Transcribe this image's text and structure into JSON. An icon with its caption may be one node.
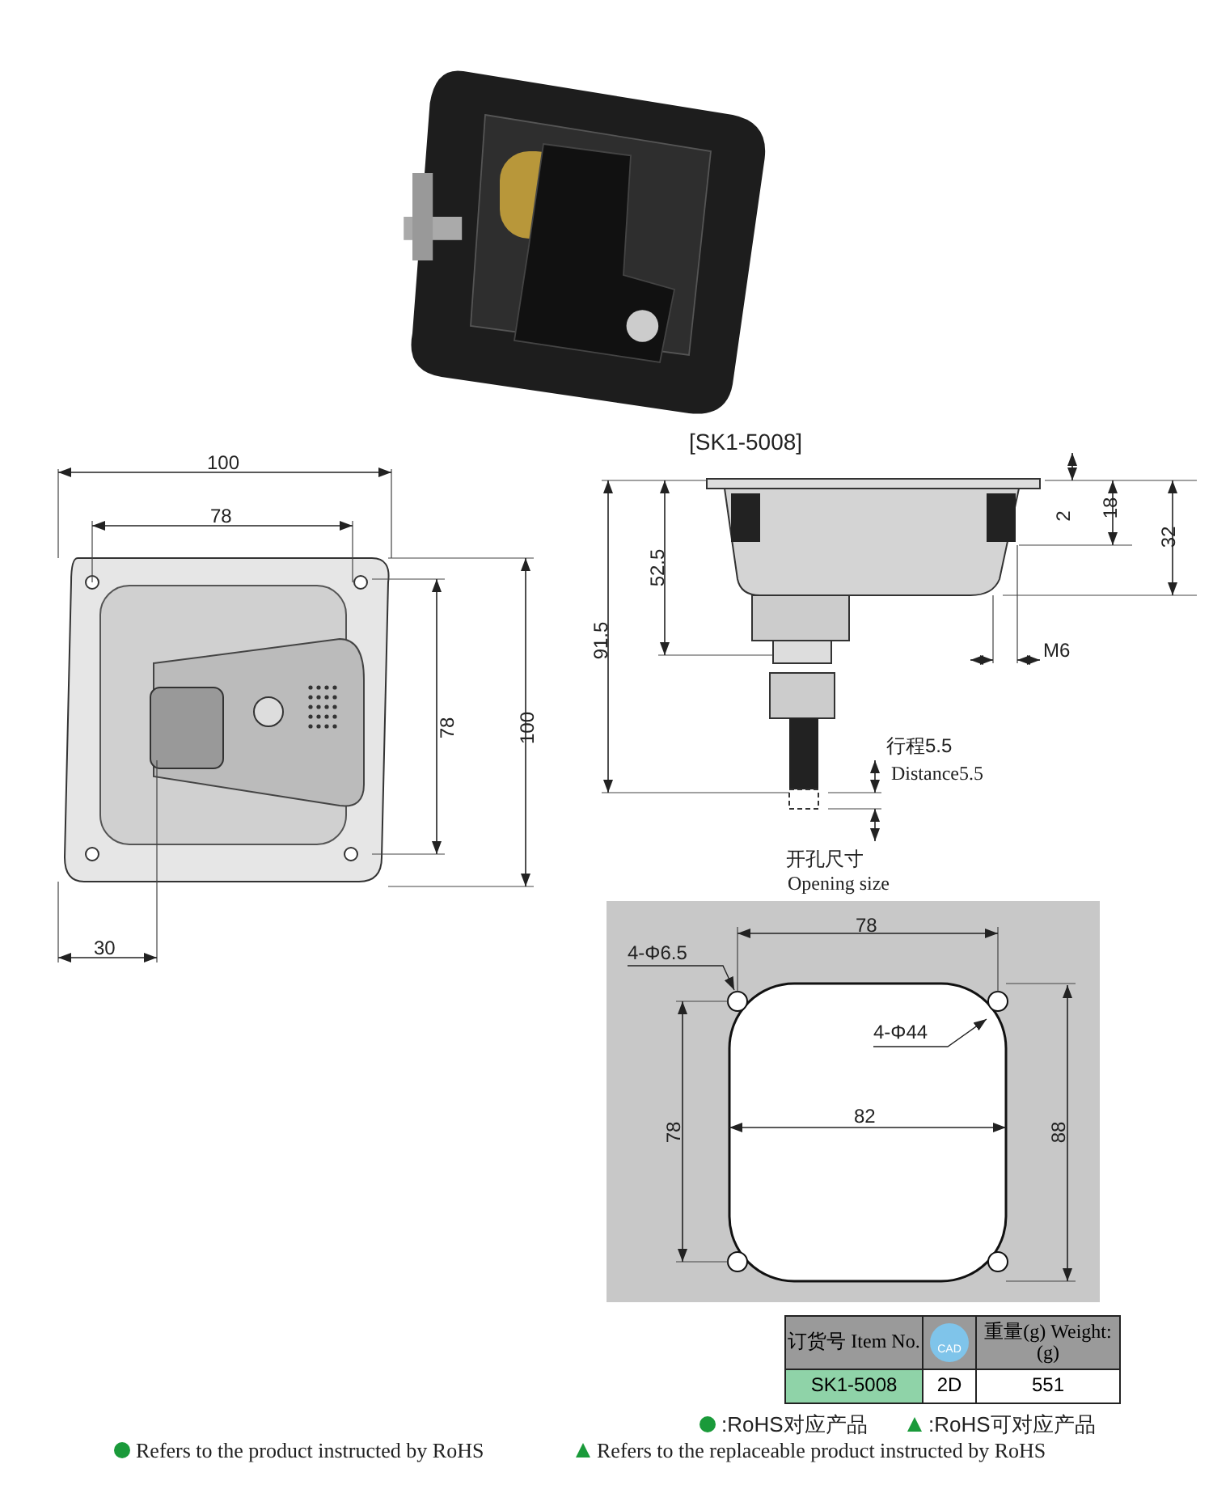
{
  "diagram": {
    "nodes": [
      {
        "text": [
          "4-Φ6.5"
        ]
      },
      {
        "text": [
          "4-Φ44"
        ]
      }
    ],
    "edges": [
      {
        "from": 0,
        "to": null,
        "arrow": "to"
      },
      {
        "from": 1,
        "to": null,
        "arrow": "to"
      }
    ],
    "labels": [
      "[SK1-5008]",
      "100",
      "78",
      "2",
      "18",
      "32",
      "52.5",
      "91.5",
      "M6",
      "78",
      "100",
      "行程5.5",
      "Distance5.5",
      "30",
      "开孔尺寸",
      "Opening size",
      "78",
      "82",
      "78",
      "88",
      "订货号 Item No.",
      "CAD",
      "重量(g) Weight:(g)",
      "SK1-5008",
      "2D",
      "551"
    ],
    "legend": [
      {
        "text": ":RoHS对应产品"
      },
      {
        "text": ":RoHS可对应产品"
      },
      {
        "text": "Refers to the product instructed by RoHS"
      },
      {
        "text": "Refers to the replaceable product instructed by RoHS"
      }
    ]
  }
}
